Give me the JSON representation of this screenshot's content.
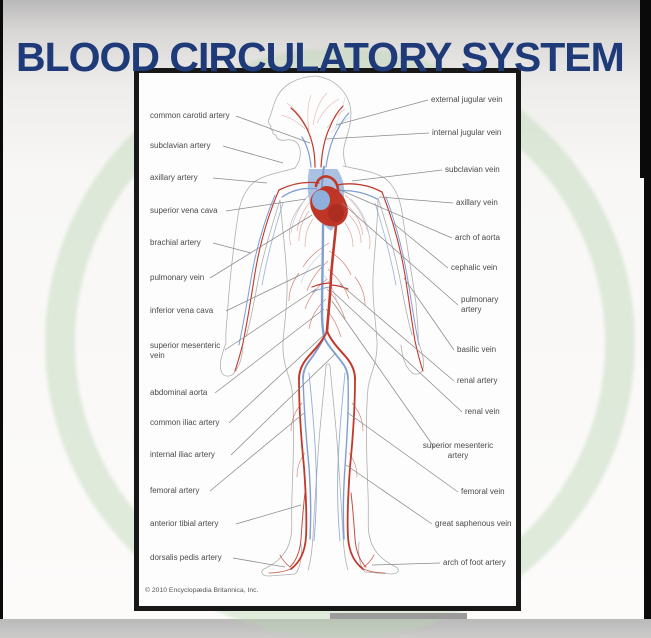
{
  "title": "BLOOD CIRCULATORY SYSTEM",
  "figure": {
    "credit": "© 2010 Encyclopædia Britannica, Inc.",
    "left_labels": [
      "common carotid artery",
      "subclavian artery",
      "axillary artery",
      "superior vena cava",
      "brachial artery",
      "pulmonary vein",
      "inferior vena cava",
      "superior mesenteric vein",
      "abdominal aorta",
      "common iliac artery",
      "internal iliac artery",
      "femoral artery",
      "anterior tibial artery",
      "dorsalis pedis artery"
    ],
    "right_labels": [
      "external jugular vein",
      "internal jugular vein",
      "subclavian vein",
      "axillary vein",
      "arch of aorta",
      "cephalic vein",
      "pulmonary artery",
      "basilic vein",
      "renal artery",
      "renal vein",
      "superior mesenteric artery",
      "femoral vein",
      "great saphenous vein",
      "arch of foot artery"
    ]
  },
  "colors": {
    "title_navy": "#1e3a78",
    "artery_red": "#c0392b",
    "vein_blue": "#7f9fd2",
    "watermark_green": "#bad4b2"
  }
}
